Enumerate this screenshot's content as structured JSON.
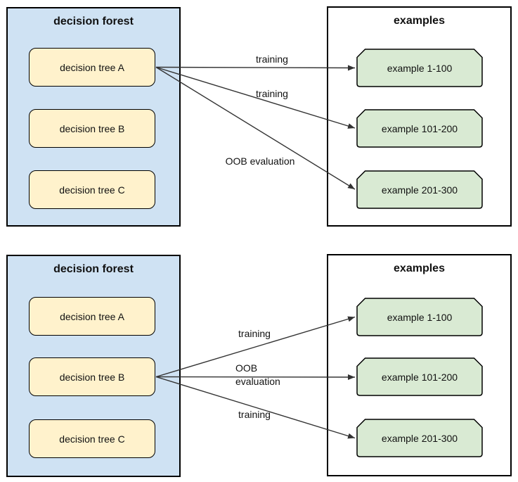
{
  "colors": {
    "forest_fill": "#cfe2f3",
    "tree_fill": "#fff2cc",
    "example_fill": "#d9ead3",
    "box_border": "#000000",
    "arrow_color": "#333333"
  },
  "panels": [
    {
      "forest": {
        "title": "decision forest",
        "trees": [
          "decision tree A",
          "decision tree B",
          "decision tree C"
        ]
      },
      "examples": {
        "title": "examples",
        "items": [
          "example 1-100",
          "example 101-200",
          "example 201-300"
        ]
      },
      "active_tree": "decision tree A",
      "arrows": [
        {
          "from": "decision tree A",
          "to": "example 1-100",
          "label_lines": [
            "training"
          ]
        },
        {
          "from": "decision tree A",
          "to": "example 101-200",
          "label_lines": [
            "training"
          ]
        },
        {
          "from": "decision tree A",
          "to": "example 201-300",
          "label_lines": [
            "OOB evaluation"
          ]
        }
      ]
    },
    {
      "forest": {
        "title": "decision forest",
        "trees": [
          "decision tree A",
          "decision tree B",
          "decision tree C"
        ]
      },
      "examples": {
        "title": "examples",
        "items": [
          "example 1-100",
          "example 101-200",
          "example 201-300"
        ]
      },
      "active_tree": "decision tree B",
      "arrows": [
        {
          "from": "decision tree B",
          "to": "example 1-100",
          "label_lines": [
            "training"
          ]
        },
        {
          "from": "decision tree B",
          "to": "example 101-200",
          "label_lines": [
            "OOB",
            "evaluation"
          ]
        },
        {
          "from": "decision tree B",
          "to": "example 201-300",
          "label_lines": [
            "training"
          ]
        }
      ]
    }
  ]
}
